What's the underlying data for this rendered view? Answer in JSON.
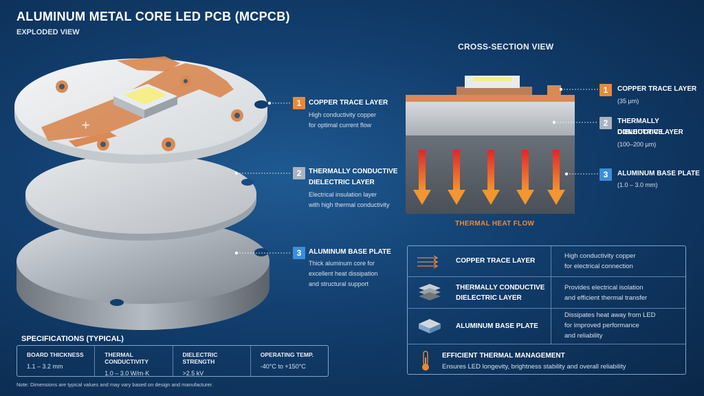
{
  "title": "ALUMINUM METAL CORE LED PCB (MCPCB)",
  "subtitle": "EXPLODED VIEW",
  "cross_section_title": "CROSS-SECTION VIEW",
  "exploded_labels": [
    {
      "num": "1",
      "head": "COPPER TRACE LAYER",
      "body": [
        "High conductivity copper",
        "for optimal current flow"
      ]
    },
    {
      "num": "2",
      "head": [
        "THERMALLY CONDUCTIVE",
        "DIELECTRIC LAYER"
      ],
      "body": [
        "Electrical insulation layer",
        "with high thermal conductivity"
      ]
    },
    {
      "num": "3",
      "head": "ALUMINUM BASE PLATE",
      "body": [
        "Thick aluminum core for",
        "excellent heat dissipation",
        "and structural support"
      ]
    }
  ],
  "cross_labels": [
    {
      "num": "1",
      "head": [
        "COPPER TRACE LAYER"
      ],
      "body": "(35 µm)"
    },
    {
      "num": "2",
      "head": [
        "THERMALLY CONDUCTIVE",
        "DIELECTRIC LAYER"
      ],
      "body": "(100–200 µm)"
    },
    {
      "num": "3",
      "head": [
        "ALUMINUM BASE PLATE"
      ],
      "body": "(1.0 – 3.0 mm)"
    }
  ],
  "heat_flow_label": "THERMAL HEAT FLOW",
  "specs": {
    "title": "SPECIFICATIONS (TYPICAL)",
    "items": [
      {
        "label": "BOARD THICKNESS",
        "value": "1.1 – 3.2 mm"
      },
      {
        "label": "THERMAL CONDUCTIVITY",
        "value": "1.0 – 3.0 W/m·K"
      },
      {
        "label": "DIELECTRIC STRENGTH",
        "value": ">2.5 kV"
      },
      {
        "label": "OPERATING TEMP.",
        "value": "-40°C to +150°C"
      }
    ]
  },
  "note": "Note: Dimensions are typical values and may vary based on design and manufacturer.",
  "table": {
    "rows": [
      {
        "icon": "copper-trace-icon",
        "name": [
          "COPPER TRACE LAYER"
        ],
        "desc": [
          "High conductivity copper",
          "for electrical connection"
        ]
      },
      {
        "icon": "dielectric-layers-icon",
        "name": [
          "THERMALLY CONDUCTIVE",
          "DIELECTRIC LAYER"
        ],
        "desc": [
          "Provides electrical isolation",
          "and efficient thermal transfer"
        ]
      },
      {
        "icon": "aluminum-plate-icon",
        "name": [
          "ALUMINUM BASE PLATE"
        ],
        "desc": [
          "Dissipates heat away from LED",
          "for improved performance",
          "and reliability"
        ]
      }
    ],
    "footer": {
      "icon": "thermometer-icon",
      "head": "EFFICIENT THERMAL MANAGEMENT",
      "body": "Ensures LED longevity, brightness stability and overall reliability"
    }
  },
  "colors": {
    "badge_copper": "#e8893a",
    "badge_dielectric": "#a9b3bf",
    "badge_aluminum": "#3d8fd6",
    "copper": "#d98a55",
    "heat_arrow": "#f08a30"
  }
}
